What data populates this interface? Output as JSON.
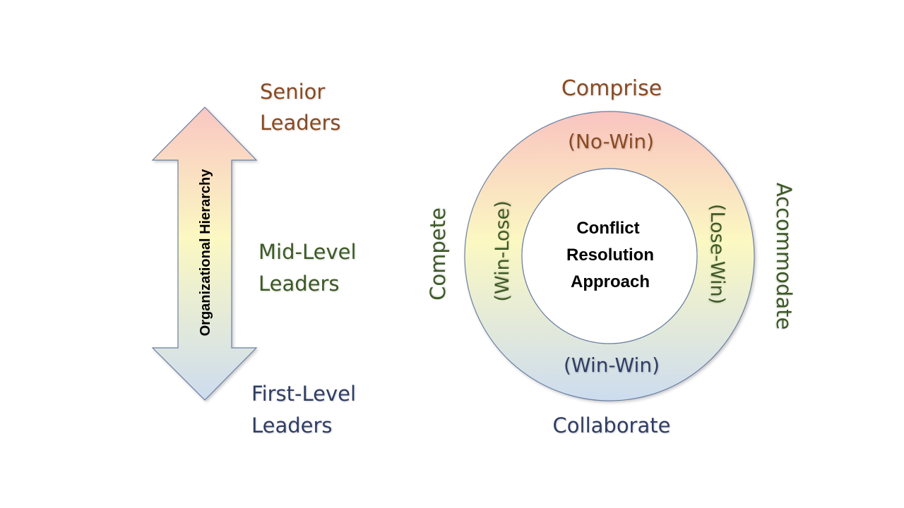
{
  "hierarchy": {
    "arrow_label": "Organizational Hierarchy",
    "levels": [
      {
        "line1": "Senior",
        "line2": "Leaders",
        "color": "#8a4a22"
      },
      {
        "line1": "Mid-Level",
        "line2": "Leaders",
        "color": "#3d5a26"
      },
      {
        "line1": "First-Level",
        "line2": "Leaders",
        "color": "#2f3d66"
      }
    ]
  },
  "conflict": {
    "center": {
      "line1": "Conflict",
      "line2": "Resolution",
      "line3": "Approach"
    },
    "top": {
      "outer": "Comprise",
      "inner": "(No-Win)",
      "color": "#8a4a22"
    },
    "right": {
      "outer": "Accommodate",
      "inner": "(Lose-Win)",
      "color": "#3d5a26"
    },
    "bottom": {
      "outer": "Collaborate",
      "inner": "(Win-Win)",
      "color": "#2f3d66"
    },
    "left": {
      "outer": "Compete",
      "inner": "(Win-Lose)",
      "color": "#3d5a26"
    }
  },
  "colors": {
    "top_fill": "#f9c9c4",
    "mid_fill": "#fbf7c0",
    "bottom_fill": "#cfdcee",
    "stroke": "#6a7fa3"
  }
}
